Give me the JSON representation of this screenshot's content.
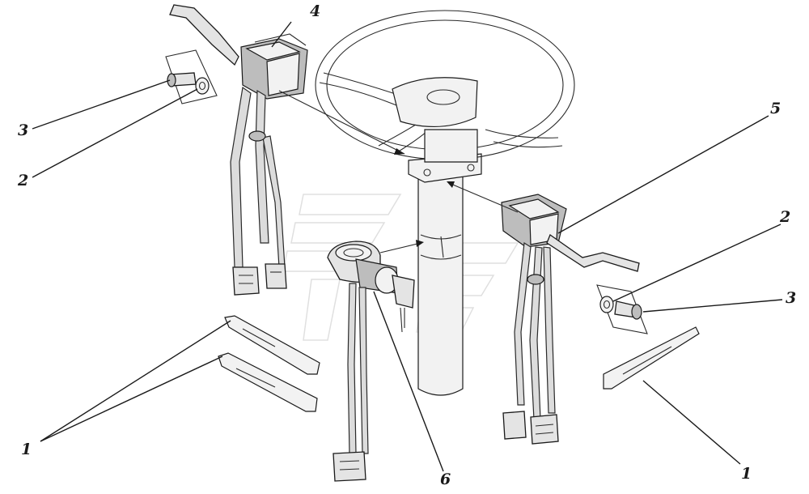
{
  "labels": {
    "strap_left": "1",
    "strap_right": "1",
    "washer_left": "2",
    "washer_right": "2",
    "screw_left": "3",
    "screw_right": "3",
    "switch_left": "4",
    "switch_right": "5",
    "ignition_switch": "6"
  }
}
